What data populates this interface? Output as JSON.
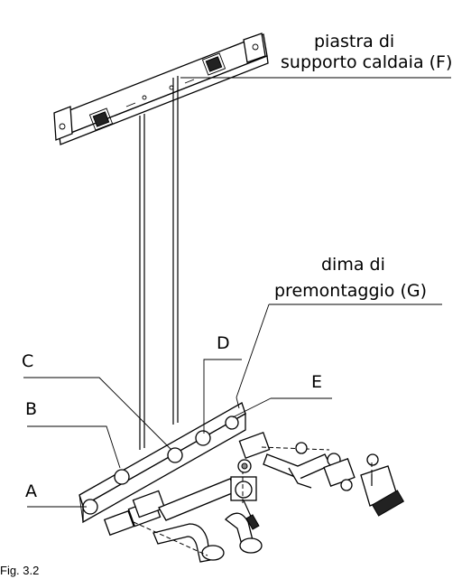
{
  "labels": {
    "plate_line1": "piastra di",
    "plate_line2": "supporto caldaia (F)",
    "template_line1": "dima di",
    "template_line2": "premontaggio (G)",
    "a": "A",
    "b": "B",
    "c": "C",
    "d": "D",
    "e": "E"
  },
  "caption": "Fig. 3.2"
}
